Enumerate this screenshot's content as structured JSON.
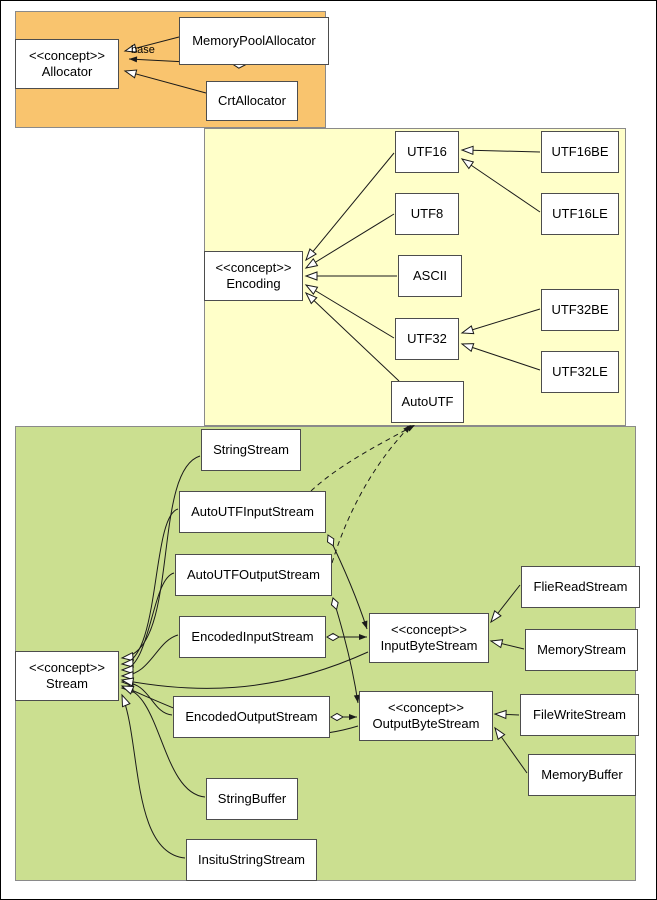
{
  "colors": {
    "allocator_region": "#f9c46e",
    "encoding_region": "#ffffc9",
    "stream_region": "#cbdf90",
    "node_fill": "#ffffff",
    "edge": "#1a1a1a"
  },
  "nodes": {
    "allocator": "<<concept>>\nAllocator",
    "memoryPoolAllocator": "MemoryPoolAllocator",
    "crtAllocator": "CrtAllocator",
    "encoding": "<<concept>>\nEncoding",
    "utf16": "UTF16",
    "utf8": "UTF8",
    "ascii": "ASCII",
    "utf32": "UTF32",
    "autoUtf": "AutoUTF",
    "utf16be": "UTF16BE",
    "utf16le": "UTF16LE",
    "utf32be": "UTF32BE",
    "utf32le": "UTF32LE",
    "stream": "<<concept>>\nStream",
    "stringStream": "StringStream",
    "autoUtfInputStream": "AutoUTFInputStream",
    "autoUtfOutputStream": "AutoUTFOutputStream",
    "encodedInputStream": "EncodedInputStream",
    "encodedOutputStream": "EncodedOutputStream",
    "stringBuffer": "StringBuffer",
    "insituStringStream": "InsituStringStream",
    "inputByteStream": "<<concept>>\nInputByteStream",
    "outputByteStream": "<<concept>>\nOutputByteStream",
    "flieReadStream": "FlieReadStream",
    "memoryStream": "MemoryStream",
    "fileWriteStream": "FileWriteStream",
    "memoryBuffer": "MemoryBuffer"
  },
  "edge_labels": {
    "base": "base"
  }
}
